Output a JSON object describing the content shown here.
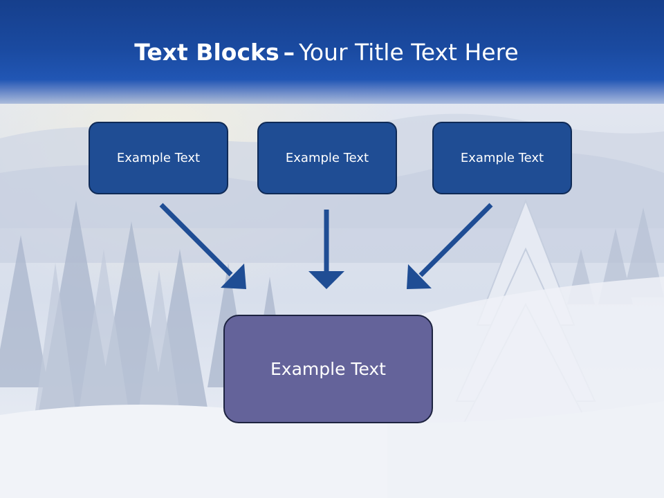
{
  "title": {
    "bold": "Text Blocks",
    "dash": "–",
    "regular": "Your Title Text Here"
  },
  "blocks": [
    {
      "label": "Example Text"
    },
    {
      "label": "Example Text"
    },
    {
      "label": "Example Text"
    }
  ],
  "target": {
    "label": "Example Text"
  },
  "colors": {
    "header": "#1a4aa0",
    "block_fill": "#1f4d94",
    "block_border": "#0f2a56",
    "target_fill": "#64639a",
    "arrow": "#1f4d94",
    "text": "#ffffff"
  },
  "background": "snowy-forest-landscape"
}
